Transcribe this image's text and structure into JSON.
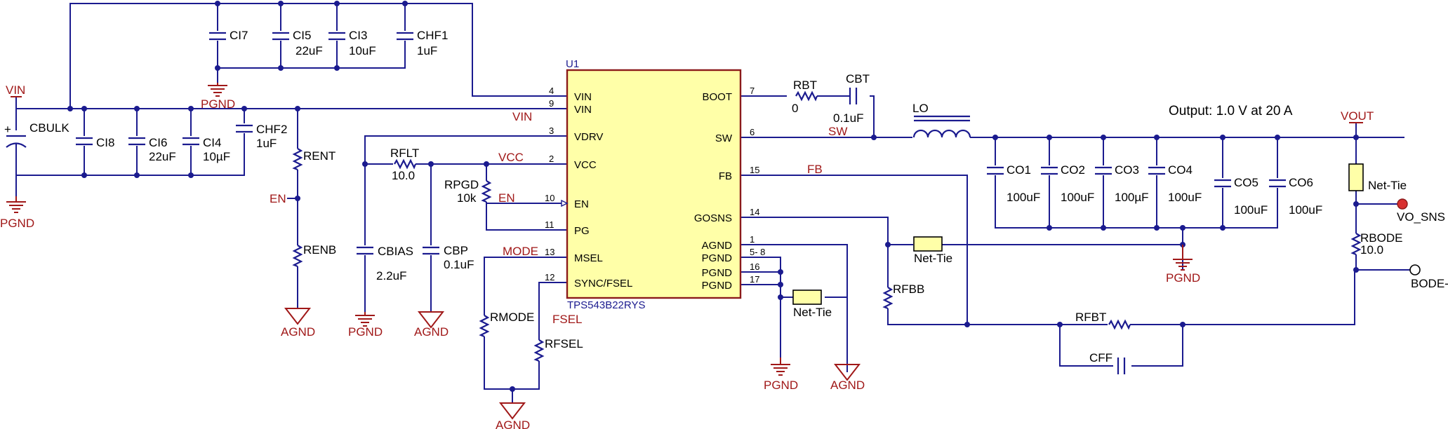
{
  "ic": {
    "designator": "U1",
    "part": "TPS543B22RYS",
    "left_pins": [
      {
        "num": "4",
        "name": "VIN"
      },
      {
        "num": "9",
        "name": "VIN"
      },
      {
        "num": "3",
        "name": "VDRV"
      },
      {
        "num": "2",
        "name": "VCC"
      },
      {
        "num": "10",
        "name": "EN"
      },
      {
        "num": "11",
        "name": "PG"
      },
      {
        "num": "13",
        "name": "MSEL"
      },
      {
        "num": "12",
        "name": "SYNC/FSEL"
      }
    ],
    "right_pins": [
      {
        "num": "7",
        "name": "BOOT"
      },
      {
        "num": "6",
        "name": "SW"
      },
      {
        "num": "15",
        "name": "FB"
      },
      {
        "num": "14",
        "name": "GOSNS"
      },
      {
        "num": "1",
        "name": "AGND"
      },
      {
        "num": "5- 8",
        "name": "PGND"
      },
      {
        "num": "16",
        "name": "PGND"
      },
      {
        "num": "17",
        "name": "PGND"
      }
    ]
  },
  "components": {
    "cbulk": "CBULK",
    "ci8": "CI8",
    "ci6": {
      "name": "CI6",
      "value": "22uF"
    },
    "ci4": {
      "name": "CI4",
      "value": "10µF"
    },
    "chf2": {
      "name": "CHF2",
      "value": "1uF"
    },
    "ci7": "CI7",
    "ci5": {
      "name": "CI5",
      "value": "22uF"
    },
    "ci3": {
      "name": "CI3",
      "value": "10uF"
    },
    "chf1": {
      "name": "CHF1",
      "value": "1uF"
    },
    "rent": "RENT",
    "renb": "RENB",
    "rflt": {
      "name": "RFLT",
      "value": "10.0"
    },
    "rpgd": {
      "name": "RPGD",
      "value": "10k"
    },
    "cbias": {
      "name": "CBIAS",
      "value": "2.2uF"
    },
    "cbp": {
      "name": "CBP",
      "value": "0.1uF"
    },
    "rmode": "RMODE",
    "rfsel": "RFSEL",
    "rbt": {
      "name": "RBT",
      "value": "0"
    },
    "cbt": {
      "name": "CBT",
      "value": "0.1uF"
    },
    "lo": "LO",
    "co1": {
      "name": "CO1",
      "value": "100uF"
    },
    "co2": {
      "name": "CO2",
      "value": "100uF"
    },
    "co3": {
      "name": "CO3",
      "value": "100µF"
    },
    "co4": {
      "name": "CO4",
      "value": "100uF"
    },
    "co5": {
      "name": "CO5",
      "value": "100uF"
    },
    "co6": {
      "name": "CO6",
      "value": "100uF"
    },
    "rfbb": "RFBB",
    "rfbt": "RFBT",
    "cff": "CFF",
    "rbode": {
      "name": "RBODE",
      "value": "10.0"
    },
    "nettie": "Net-Tie"
  },
  "nets": {
    "vin": "VIN",
    "en": "EN",
    "vcc": "VCC",
    "mode": "MODE",
    "fsel": "FSEL",
    "sw": "SW",
    "fb": "FB",
    "vout": "VOUT",
    "pgnd": "PGND",
    "agnd": "AGND"
  },
  "connectors": {
    "vo_sns": "VO_SNS",
    "bode": "BODE-"
  },
  "annotations": {
    "output": "Output: 1.0 V at 20 A"
  },
  "colors": {
    "wire": "#1b1b8f",
    "net_label": "#a01818",
    "ic_fill": "#ffffa8",
    "ic_border": "#8b1a1a",
    "connector_red": "#d83030"
  }
}
